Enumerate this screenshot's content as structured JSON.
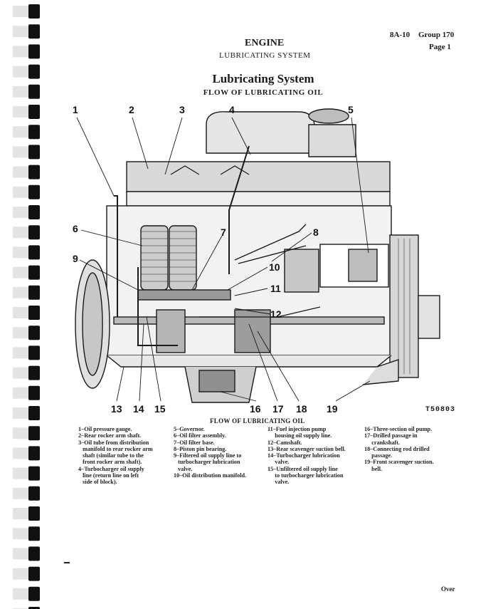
{
  "header": {
    "section": "ENGINE",
    "subsection": "LUBRICATING SYSTEM",
    "code": "8A-10",
    "group": "Group 170",
    "page": "Page 1"
  },
  "figure": {
    "title": "Lubricating System",
    "subtitle": "FLOW OF LUBRICATING OIL",
    "caption": "FLOW OF LUBRICATING OIL",
    "ref": "T50803",
    "callouts": [
      "1",
      "2",
      "3",
      "4",
      "5",
      "6",
      "7",
      "8",
      "9",
      "10",
      "11",
      "12",
      "13",
      "14",
      "15",
      "16",
      "17",
      "18",
      "19"
    ]
  },
  "legend": {
    "col1": [
      "1–Oil pressure gauge.",
      "2–Rear rocker arm shaft.",
      "3–Oil tube from distribution",
      "   manifold to rear rocker arm",
      "   shaft (similar tube to the",
      "   front rocker arm shaft).",
      "4–Turbocharger oil supply",
      "   line (return line on left",
      "   side of block)."
    ],
    "col2": [
      "5–Governor.",
      "6–Oil filter assembly.",
      "7–Oil filter base.",
      "8–Piston pin bearing.",
      "9–Filtered oil supply line to",
      "   turbocharger lubrication",
      "   valve.",
      "10–Oil distribution manifold."
    ],
    "col3": [
      "11–Fuel injection pump",
      "     housing oil supply line.",
      "12–Camshaft.",
      "13–Rear scavenger suction bell.",
      "14–Turbocharger lubrication",
      "     valve.",
      "15–Unfiltered oil supply line",
      "     to turbocharger lubrication",
      "     valve."
    ],
    "col4": [
      "16–Three-section oil pump.",
      "17–Drilled passage in",
      "     crankshaft.",
      "18–Connecting rod drilled",
      "     passage.",
      "19–Front scavenger suction.",
      "     bell."
    ]
  },
  "footer": {
    "over": "Over"
  },
  "colors": {
    "ink": "#1a1a1a",
    "paper": "#ffffff",
    "oil": "#cfcfcf"
  }
}
